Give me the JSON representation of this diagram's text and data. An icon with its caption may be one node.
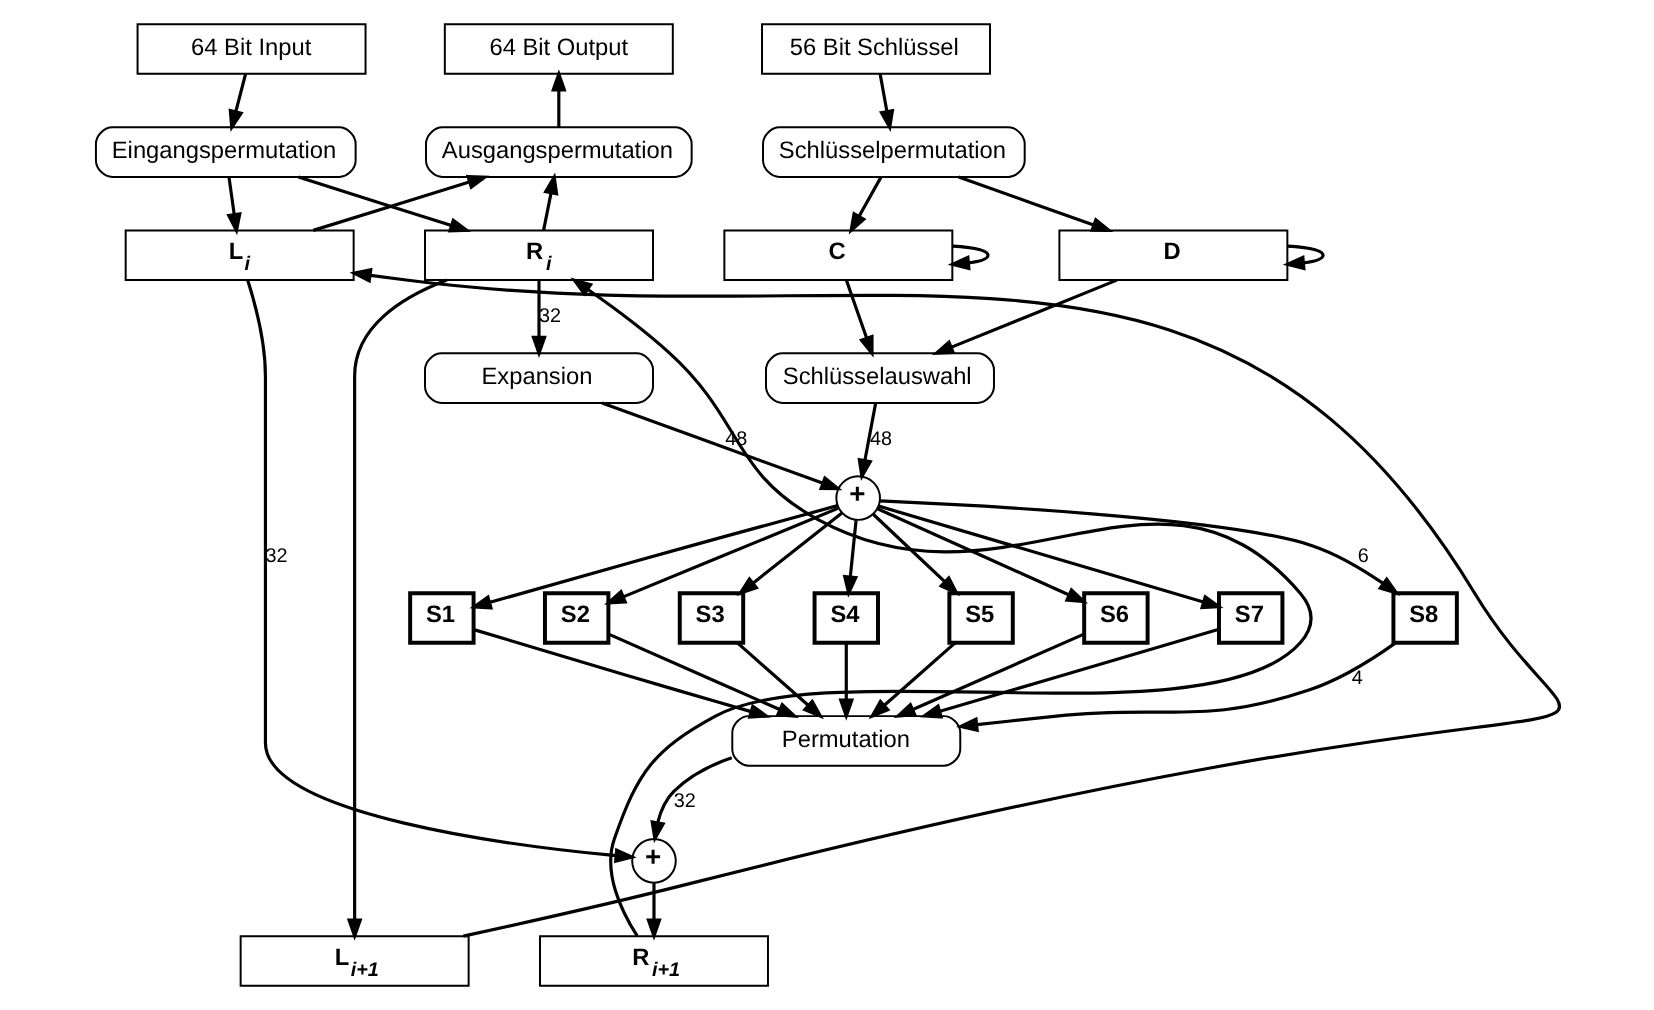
{
  "diagram": {
    "nodes": [
      {
        "text": [
          "64 Bit Input"
        ]
      },
      {
        "text": [
          "64 Bit Output"
        ]
      },
      {
        "text": [
          "56 Bit Schlüssel"
        ]
      },
      {
        "text": [
          "Eingangspermutation"
        ]
      },
      {
        "text": [
          "Ausgangspermutation"
        ]
      },
      {
        "text": [
          "Schlüsselpermutation"
        ]
      },
      {
        "text": [
          "L$_{i}$"
        ]
      },
      {
        "text": [
          "R$_{i}$"
        ]
      },
      {
        "text": [
          "C"
        ]
      },
      {
        "text": [
          "D"
        ]
      },
      {
        "text": [
          "Expansion"
        ]
      },
      {
        "text": [
          "Schlüsselauswahl"
        ]
      },
      {
        "text": [
          "+"
        ]
      },
      {
        "text": [
          "S1"
        ]
      },
      {
        "text": [
          "S2"
        ]
      },
      {
        "text": [
          "S3"
        ]
      },
      {
        "text": [
          "S4"
        ]
      },
      {
        "text": [
          "S5"
        ]
      },
      {
        "text": [
          "S6"
        ]
      },
      {
        "text": [
          "S7"
        ]
      },
      {
        "text": [
          "S8"
        ]
      },
      {
        "text": [
          "Permutation"
        ]
      },
      {
        "text": [
          "+"
        ]
      },
      {
        "text": [
          "L$_{i+1}$"
        ]
      },
      {
        "text": [
          "R$_{i+1}$"
        ]
      }
    ],
    "edges": [
      {
        "from": 0,
        "to": 3,
        "arrow": "to"
      },
      {
        "from": 3,
        "to": 6,
        "arrow": "to"
      },
      {
        "from": 3,
        "to": 7,
        "arrow": "to"
      },
      {
        "from": 6,
        "to": 4,
        "arrow": "to"
      },
      {
        "from": 7,
        "to": 4,
        "arrow": "to"
      },
      {
        "from": 4,
        "to": 1,
        "arrow": "to"
      },
      {
        "from": 2,
        "to": 5,
        "arrow": "to"
      },
      {
        "from": 5,
        "to": 8,
        "arrow": "to"
      },
      {
        "from": 5,
        "to": 9,
        "arrow": "to"
      },
      {
        "from": 8,
        "to": 8,
        "arrow": "to"
      },
      {
        "from": 9,
        "to": 9,
        "arrow": "to"
      },
      {
        "from": 8,
        "to": 11,
        "arrow": "to"
      },
      {
        "from": 9,
        "to": 11,
        "arrow": "to"
      },
      {
        "from": 7,
        "to": 10,
        "arrow": "to",
        "label": "32"
      },
      {
        "from": 10,
        "to": 12,
        "arrow": "to",
        "label": "48"
      },
      {
        "from": 11,
        "to": 12,
        "arrow": "to",
        "label": "48"
      },
      {
        "from": 12,
        "to": 13,
        "arrow": "to"
      },
      {
        "from": 12,
        "to": 14,
        "arrow": "to"
      },
      {
        "from": 12,
        "to": 15,
        "arrow": "to"
      },
      {
        "from": 12,
        "to": 16,
        "arrow": "to"
      },
      {
        "from": 12,
        "to": 17,
        "arrow": "to"
      },
      {
        "from": 12,
        "to": 18,
        "arrow": "to"
      },
      {
        "from": 12,
        "to": 19,
        "arrow": "to"
      },
      {
        "from": 12,
        "to": 20,
        "arrow": "to",
        "label": "6"
      },
      {
        "from": 13,
        "to": 21,
        "arrow": "to"
      },
      {
        "from": 14,
        "to": 21,
        "arrow": "to"
      },
      {
        "from": 15,
        "to": 21,
        "arrow": "to"
      },
      {
        "from": 16,
        "to": 21,
        "arrow": "to"
      },
      {
        "from": 17,
        "to": 21,
        "arrow": "to"
      },
      {
        "from": 18,
        "to": 21,
        "arrow": "to"
      },
      {
        "from": 19,
        "to": 21,
        "arrow": "to"
      },
      {
        "from": 20,
        "to": 21,
        "arrow": "to",
        "label": "4"
      },
      {
        "from": 21,
        "to": 22,
        "arrow": "to",
        "label": "32"
      },
      {
        "from": 6,
        "to": 22,
        "arrow": "to",
        "label": "32"
      },
      {
        "from": 7,
        "to": 23,
        "arrow": "to"
      },
      {
        "from": 22,
        "to": 24,
        "arrow": "to"
      },
      {
        "from": 23,
        "to": 6,
        "arrow": "to"
      },
      {
        "from": 24,
        "to": 7,
        "arrow": "to"
      }
    ]
  }
}
